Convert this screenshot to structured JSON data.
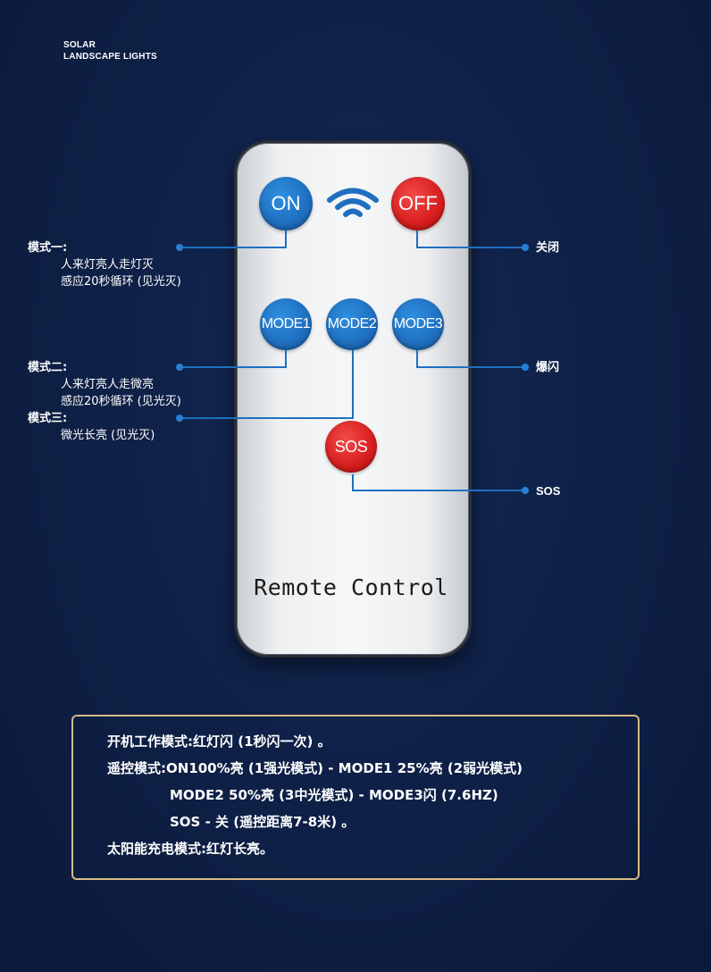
{
  "brand": {
    "line1": "SOLAR",
    "line2": "LANDSCAPE LIGHTS"
  },
  "remote": {
    "label": "Remote Control",
    "buttons": {
      "on": "ON",
      "off": "OFF",
      "mode1": "MODE1",
      "mode2": "MODE2",
      "mode3": "MODE3",
      "sos": "SOS"
    },
    "colors": {
      "blue": "#1f6fbf",
      "red": "#d81e1e"
    },
    "signal_icon": "wifi-signal-icon"
  },
  "callouts": {
    "mode_one": {
      "title": "模式一:",
      "line1": "人来灯亮人走灯灭",
      "line2": "感应20秒循环 (见光灭)"
    },
    "mode_two": {
      "title": "模式二:",
      "line1": "人来灯亮人走微亮",
      "line2": "感应20秒循环 (见光灭)"
    },
    "mode_three": {
      "title": "模式三:",
      "line1": "微光长亮 (见光灭)"
    },
    "off": "关闭",
    "flash": "爆闪",
    "sos": "SOS"
  },
  "info": {
    "line1": "开机工作模式:红灯闪 (1秒闪一次) 。",
    "line2": "遥控模式:ON100%亮 (1强光模式) - MODE1 25%亮 (2弱光模式)",
    "line3": "MODE2 50%亮 (3中光模式) - MODE3闪 (7.6HZ)",
    "line4": "SOS - 关 (遥控距离7-8米) 。",
    "line5": "太阳能充电模式:红灯长亮。"
  },
  "colors": {
    "background": "#0f2148",
    "accent_border": "#d8b985",
    "line": "#1f6fbf"
  }
}
